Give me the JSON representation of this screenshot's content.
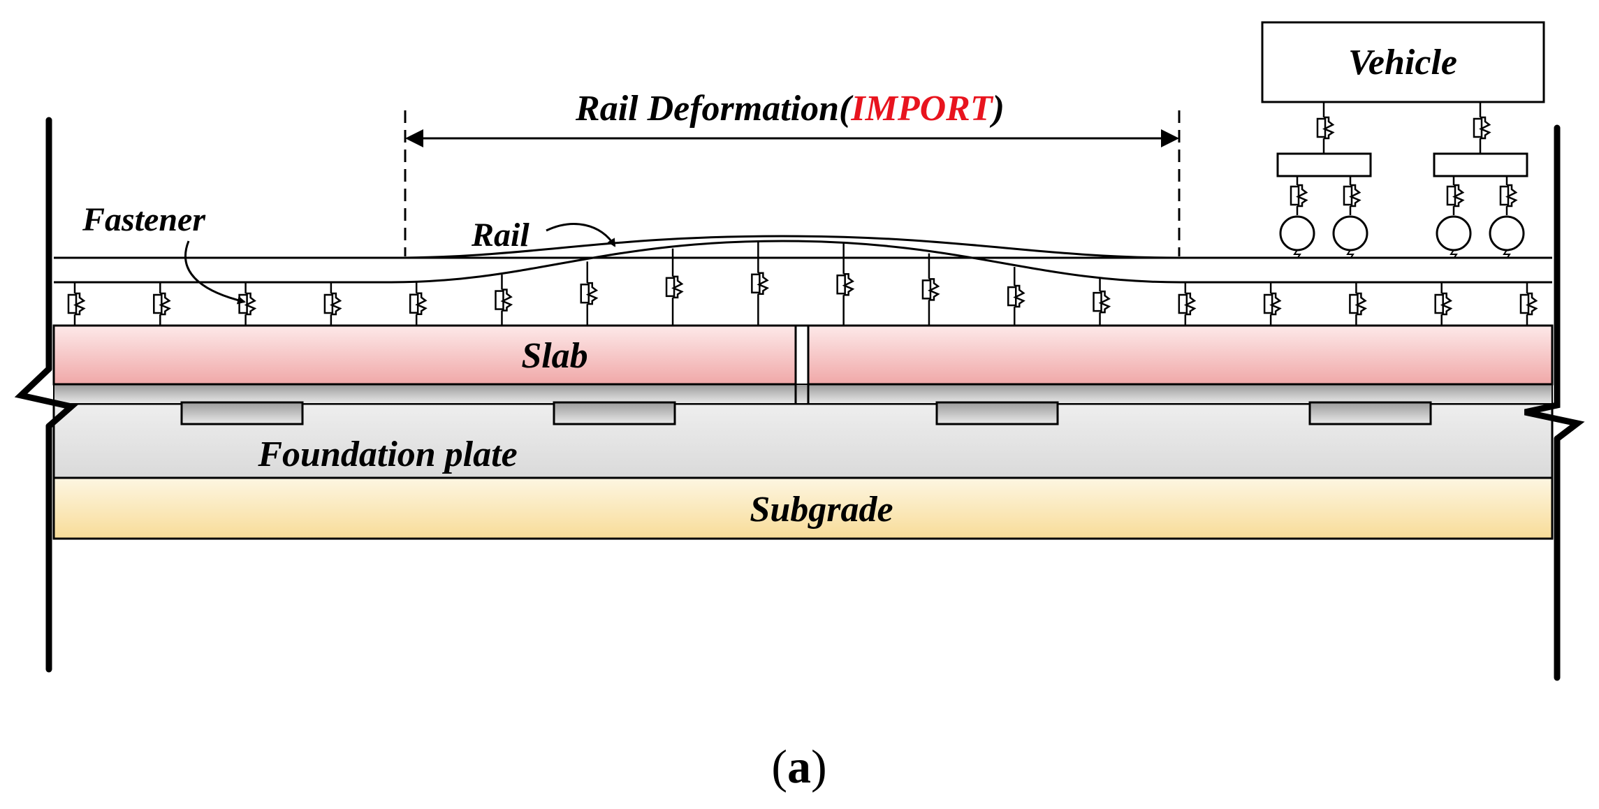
{
  "diagram": {
    "labels": {
      "vehicle": "Vehicle",
      "deformation_prefix": "Rail Deformation(",
      "deformation_highlight": "IMPORT",
      "deformation_suffix": ")",
      "fastener": "Fastener",
      "rail": "Rail",
      "slab": "Slab",
      "foundation_plate": "Foundation plate",
      "subgrade": "Subgrade"
    },
    "caption": {
      "open": "(",
      "letter": "a",
      "close": ")"
    },
    "colors": {
      "highlight": "#e8141e",
      "slab_fill": "#f2b6b6",
      "foundation_fill": "#e4e4e4",
      "subgrade_fill": "#f8e2a8",
      "line": "#000000"
    },
    "components": {
      "fastener_count": 18,
      "slab_segments": 2,
      "bogies": 2,
      "wheelsets_per_bogie": 2
    }
  }
}
